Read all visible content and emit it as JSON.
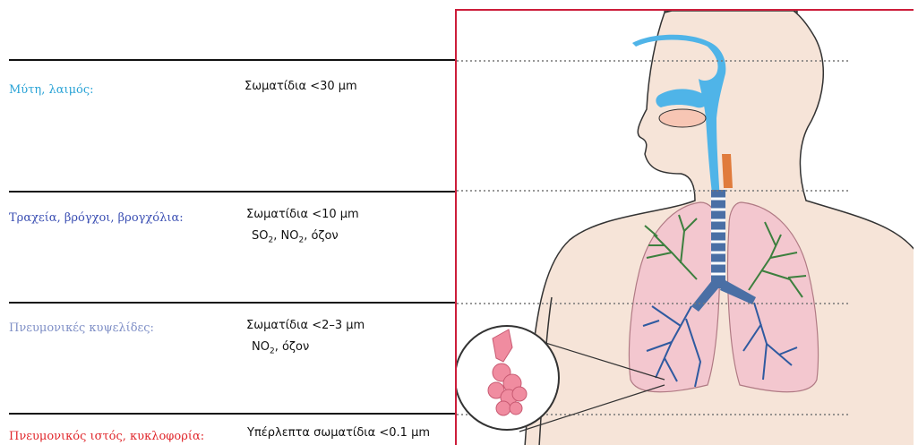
{
  "levels": [
    {
      "region": "Μύτη, λαιμός:",
      "region_color": "#29a3d6",
      "line1": "Σωματίδια <30 μm",
      "line2_parts": []
    },
    {
      "region": "Τραχεία, βρόγχοι, βρογχόλια:",
      "region_color": "#3b4fb3",
      "line1": "Σωματίδια <10 μm",
      "line2_parts": [
        {
          "t": "SO"
        },
        {
          "s": "2"
        },
        {
          "t": ", NO"
        },
        {
          "s": "2"
        },
        {
          "t": ", όζον"
        }
      ]
    },
    {
      "region": "Πνευμονικές κυψελίδες:",
      "region_color": "#7f8fc6",
      "line1": "Σωματίδια <2–3 μm",
      "line2_parts": [
        {
          "t": "NO"
        },
        {
          "s": "2"
        },
        {
          "t": ", όζον"
        }
      ]
    },
    {
      "region": "Πνευμονικός ιστός, κυκλοφορία:",
      "region_color": "#e0262b",
      "line1": "Υπέρλεπτα σωματίδια <0.1 μm",
      "line2_parts": []
    }
  ],
  "colors": {
    "frame": "#cc1d3a",
    "skin": "#f6e4d8",
    "airway": "#4fb4e8",
    "bronchi_upper": "#3c7f3e",
    "bronchi_lower": "#2f5aa0",
    "lung": "#f3c7cf",
    "alveoli": "#f08ca0"
  },
  "icons": [
    "human-torso-illustration",
    "lungs-illustration",
    "alveoli-magnifier-icon"
  ]
}
